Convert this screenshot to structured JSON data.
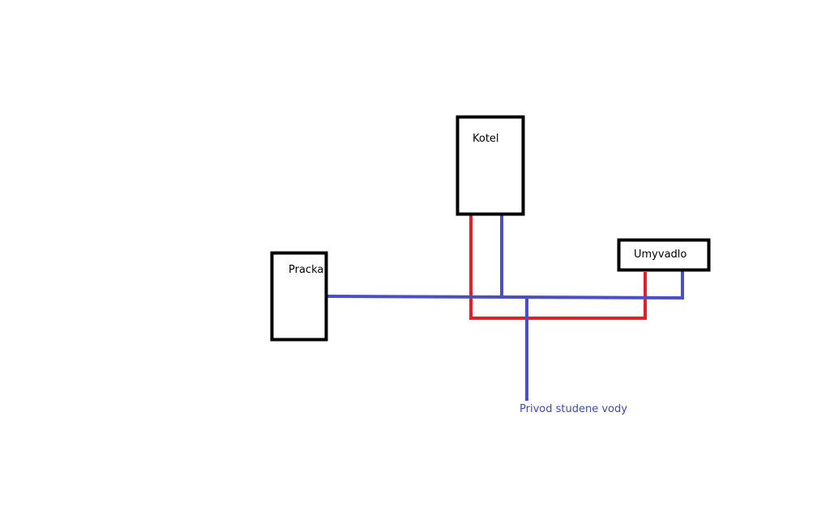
{
  "colors": {
    "background": "#ffffff",
    "box_outline": "#000000",
    "hot_pipe": "#e2202b",
    "cold_pipe": "#4a4fc4",
    "note_text": "#3b4bb0"
  },
  "boxes": {
    "kotel": "Kotel",
    "umyvadlo": "Umyvadlo",
    "pracka": "Pracka"
  },
  "notes": {
    "cold_supply": "Privod studene vody"
  }
}
